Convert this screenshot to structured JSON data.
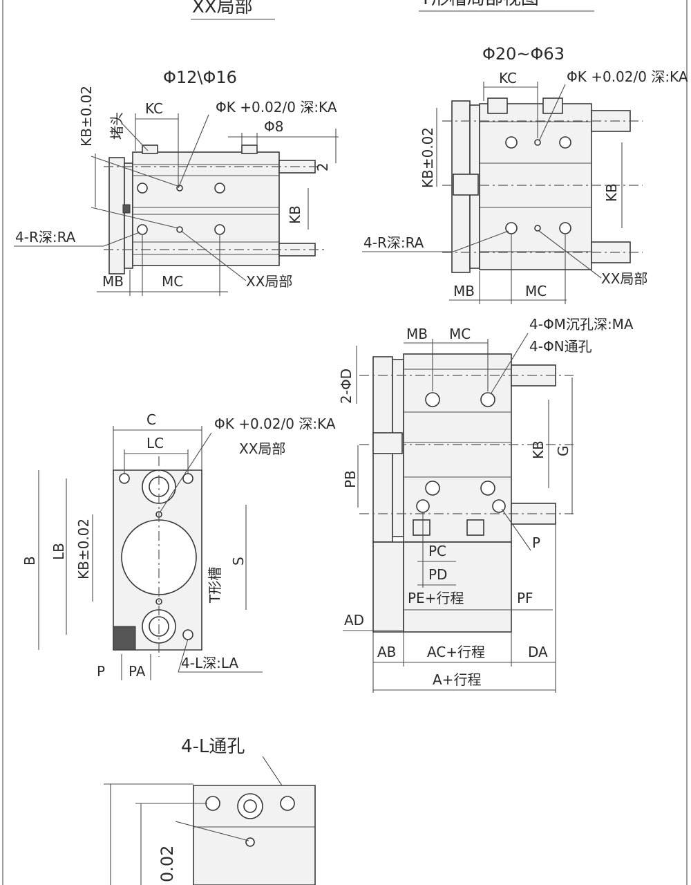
{
  "view_titles": {
    "xx_detail": "XX局部",
    "t_slot_detail": "T形槽局部视图",
    "small_sizes": "Φ12\\Φ16",
    "large_sizes": "Φ20~Φ63"
  },
  "labels": {
    "KC": "KC",
    "KB_tol": "KB±0.02",
    "plug": "堵头",
    "K_hole": "ΦK +0.02/0 深:KA",
    "phi8": "Φ8",
    "two": "2",
    "KB": "KB",
    "R_depth": "4-R深:RA",
    "MB": "MB",
    "MC": "MC",
    "XX_local": "XX局部",
    "M_counterbore": "4-ΦM沉孔深:MA",
    "N_through": "4-ΦN通孔",
    "two_D": "2-ΦD",
    "G": "G",
    "PB": "PB",
    "P": "P",
    "PC": "PC",
    "PD": "PD",
    "PE": "PE+行程",
    "PF": "PF",
    "AD": "AD",
    "AB": "AB",
    "AC": "AC+行程",
    "DA": "DA",
    "A": "A+行程",
    "C": "C",
    "LC": "LC",
    "B": "B",
    "LB": "LB",
    "T_slot": "T形槽",
    "S": "S",
    "PA": "PA",
    "L_depth": "4-L深:LA",
    "L_through": "4-L通孔",
    "KB_partial": "0.02"
  }
}
